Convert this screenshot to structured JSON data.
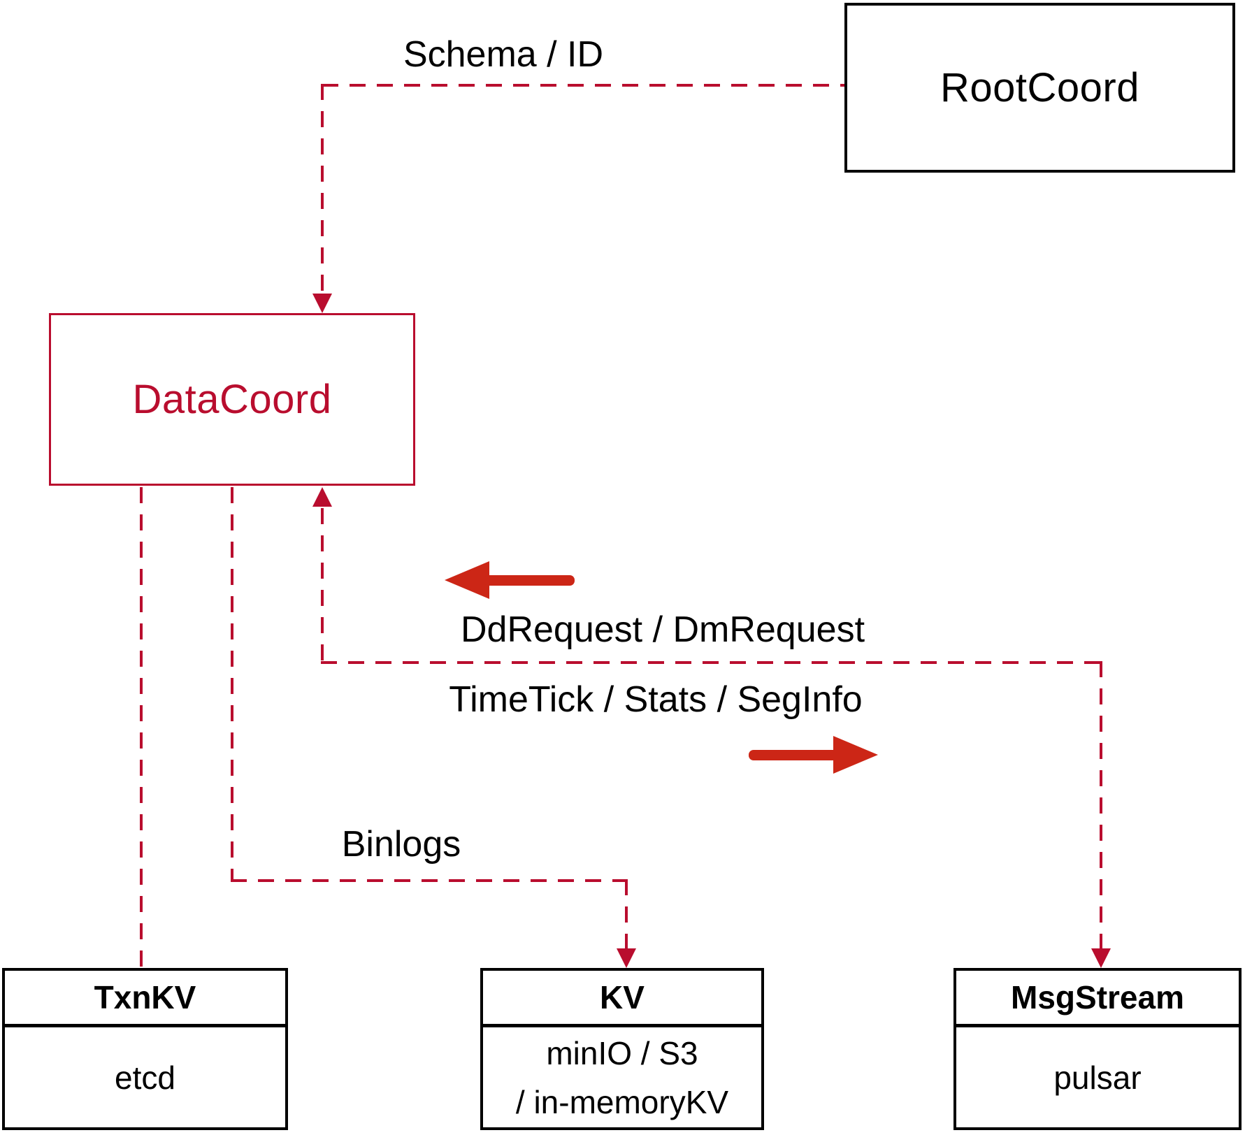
{
  "diagram": {
    "nodes": {
      "rootcoord": {
        "label": "RootCoord"
      },
      "datacoord": {
        "label": "DataCoord"
      },
      "txnkv": {
        "title": "TxnKV",
        "body": "etcd"
      },
      "kv": {
        "title": "KV",
        "body_line1": "minIO / S3",
        "body_line2": "/ in-memoryKV"
      },
      "msgstream": {
        "title": "MsgStream",
        "body": "pulsar"
      }
    },
    "edges": {
      "schema_id": {
        "label": "Schema / ID"
      },
      "dd_dm": {
        "label": "DdRequest / DmRequest"
      },
      "timetick": {
        "label": "TimeTick / Stats / SegInfo"
      },
      "binlogs": {
        "label": "Binlogs"
      }
    },
    "colors": {
      "crimson": "#b90d2e",
      "arrow_red": "#cc2616",
      "ink": "#000000"
    }
  }
}
